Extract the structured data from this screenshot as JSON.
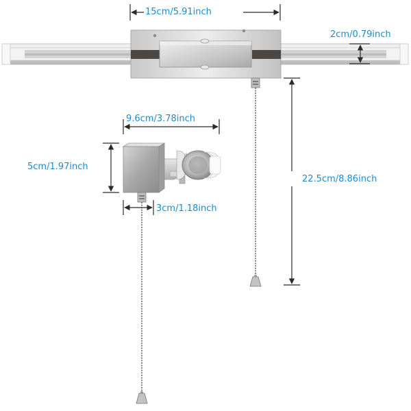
{
  "colors": {
    "label": "#1a8ccf",
    "dimension_line": "#2a2a2a",
    "metal_light": "#e6e6e6",
    "metal_mid": "#bdbdbd",
    "metal_dark": "#8a8a8a",
    "shade_dark": "#4a4745",
    "lens_white": "#f7f7f7"
  },
  "dimensions": {
    "top_width": "15cm/5.91inch",
    "bar_height": "2cm/0.79inch",
    "chain_length": "22.5cm/8.86inch",
    "single_width": "9.6cm/3.78inch",
    "single_height": "5cm/1.97inch",
    "base_depth": "3cm/1.18inch"
  }
}
